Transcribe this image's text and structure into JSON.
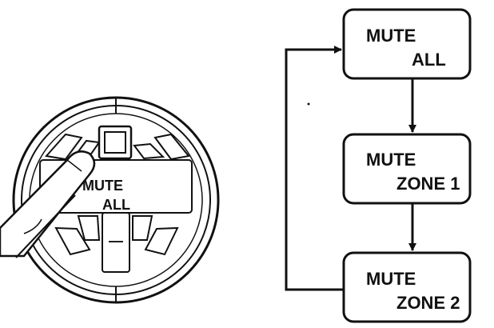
{
  "dial": {
    "label_line1": "MUTE",
    "label_line2": "ALL",
    "center_button_symbol": "—"
  },
  "flow": {
    "steps": [
      {
        "line1": "MUTE",
        "line2": "ALL"
      },
      {
        "line1": "MUTE",
        "line2": "ZONE 1"
      },
      {
        "line1": "MUTE",
        "line2": "ZONE 2"
      }
    ],
    "loops_back_to_first": true
  },
  "icons": [
    "finger-pointer-icon",
    "square-button-icon",
    "arrow-down-icon",
    "loop-arrow-icon"
  ]
}
